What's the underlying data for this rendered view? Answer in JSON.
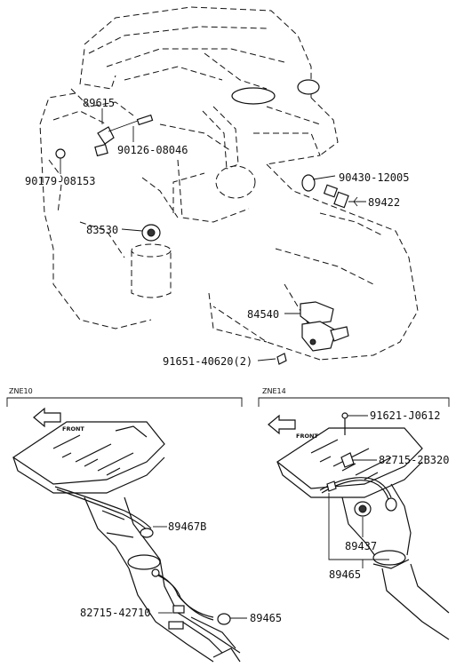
{
  "labels": {
    "p89615": "89615",
    "p90126": "90126-08046",
    "p90179": "90179-08153",
    "p90430": "90430-12005",
    "p89422": "89422",
    "p83530": "83530",
    "p84540": "84540",
    "p91651": "91651-40620(2)",
    "p89467b": "89467B",
    "p82715_42710": "82715-42710",
    "p89465_left": "89465",
    "p91621": "91621-J0612",
    "p82715_2b320": "82715-2B320",
    "p89437": "89437",
    "p89465_right": "89465"
  },
  "sections": {
    "left": "ZNE10",
    "right": "ZNE14"
  },
  "front_label": "FRONT",
  "icons": [
    "front-arrow-icon",
    "front-arrow-icon"
  ]
}
